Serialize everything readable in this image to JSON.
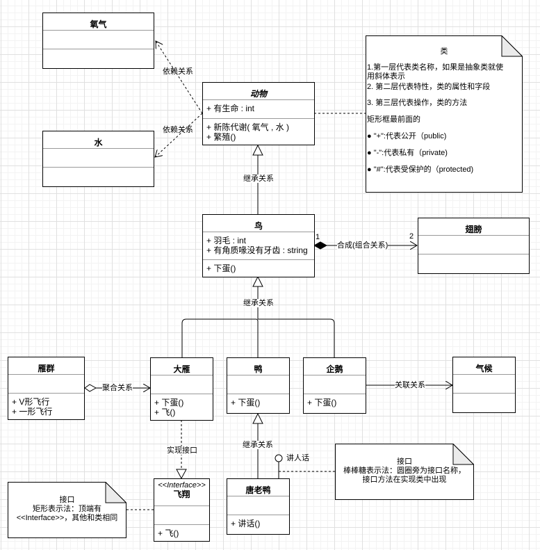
{
  "classes": {
    "oxygen": {
      "name": "氧气",
      "attributes": [],
      "methods": []
    },
    "water": {
      "name": "水",
      "attributes": [],
      "methods": []
    },
    "animal": {
      "name": "动物",
      "abstract": true,
      "attributes": [
        "+ 有生命 : int"
      ],
      "methods": [
        "+ 新陈代谢( 氧气 , 水 )",
        "+ 繁殖()"
      ]
    },
    "bird": {
      "name": "鸟",
      "attributes": [
        "+ 羽毛 : int",
        "+ 有角质喙没有牙齿 : string"
      ],
      "methods": [
        "+ 下蛋()"
      ]
    },
    "wing": {
      "name": "翅膀",
      "attributes": [],
      "methods": []
    },
    "goose_flock": {
      "name": "雁群",
      "attributes": [],
      "methods": [
        "+ V形飞行",
        "+ 一形飞行"
      ]
    },
    "goose": {
      "name": "大雁",
      "attributes": [],
      "methods": [
        "+ 下蛋()",
        "+ 飞()"
      ]
    },
    "duck": {
      "name": "鸭",
      "attributes": [],
      "methods": [
        "+ 下蛋()"
      ]
    },
    "penguin": {
      "name": "企鹅",
      "attributes": [],
      "methods": [
        "+ 下蛋()"
      ]
    },
    "climate": {
      "name": "气候",
      "attributes": [],
      "methods": []
    },
    "fly_interface": {
      "stereotype": "<<Interface>>",
      "name": "飞翔",
      "attributes": [],
      "methods": [
        "+ 飞()"
      ]
    },
    "donald_duck": {
      "name": "唐老鸭",
      "attributes": [],
      "methods": [
        "+ 讲话()"
      ]
    }
  },
  "relations": {
    "dep_oxygen": "依赖关系",
    "dep_water": "依赖关系",
    "inherit_animal": "继承关系",
    "composition": "合成(组合关系)",
    "composition_mult_bird": "1",
    "composition_mult_wing": "2",
    "inherit_bird": "继承关系",
    "aggregation": "聚合关系",
    "association": "关联关系",
    "realization": "实现接口",
    "inherit_duck": "继承关系",
    "lollipop": "讲人话"
  },
  "notes": {
    "class_note": {
      "title": "类",
      "lines": [
        "1.第一层代表类名称，如果是抽象类就使用斜体表示",
        "2. 第二层代表特性，类的属性和字段",
        "3. 第三层代表操作，类的方法",
        "矩形框最前面的",
        "\"+\":代表公开（public)",
        "\"-\":代表私有（private)",
        "\"#\":代表受保护的（protected)"
      ]
    },
    "lollipop_note": {
      "title": "接口",
      "line1": "棒棒糖表示法：圆圈旁为接口名称，",
      "line2": "接口方法在实现类中出现"
    },
    "interface_note": {
      "title": "接口",
      "line1": "矩形表示法：顶端有",
      "line2": "<<Interface>>，其他和类相同"
    }
  }
}
